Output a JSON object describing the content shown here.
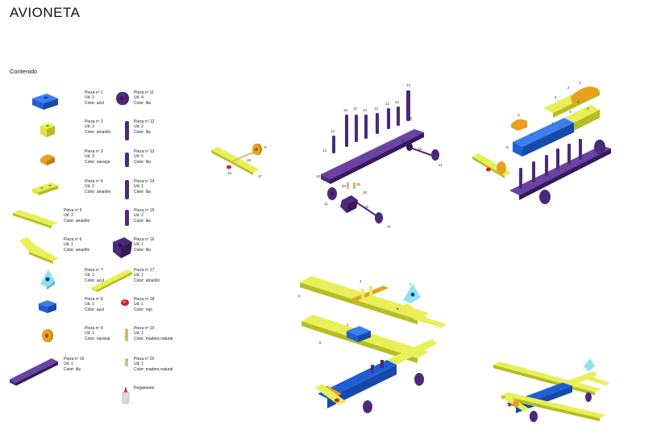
{
  "title": "AVIONETA",
  "subtitle": "Contenido",
  "colors": {
    "azul": "#1f5fd6",
    "amarillo": "#dbe43a",
    "naranja": "#e7a11e",
    "lila": "#4b2a7a",
    "rojo": "#d4202a",
    "madera": "#d7b779",
    "celeste": "#8fe3ef"
  },
  "pieces": [
    {
      "name": "Pieza nº 1",
      "qty": "Ud. 3",
      "color": "Color: azul"
    },
    {
      "name": "Pieza nº 2",
      "qty": "Ud. 3",
      "color": "Color: amarillo"
    },
    {
      "name": "Pieza nº 3",
      "qty": "Ud. 3",
      "color": "Color: naranja"
    },
    {
      "name": "Pieza nº 4",
      "qty": "Ud. 2",
      "color": "Color: amarillo"
    },
    {
      "name": "Pieza nº 5",
      "qty": "Ud. 2",
      "color": "Color: amarillo"
    },
    {
      "name": "Pieza nº 6",
      "qty": "Ud. 1",
      "color": "Color: amarillo"
    },
    {
      "name": "Pieza nº 7",
      "qty": "Ud. 1",
      "color": "Color: azul"
    },
    {
      "name": "Pieza nº 8",
      "qty": "Ud. 1",
      "color": "Color: azul"
    },
    {
      "name": "Pieza nº 9",
      "qty": "Ud. 1",
      "color": "Color: naranja"
    },
    {
      "name": "Pieza nº 10",
      "qty": "Ud. 1",
      "color": "Color: lila"
    },
    {
      "name": "Pieza nº 11",
      "qty": "Ud. 4",
      "color": "Color: lila"
    },
    {
      "name": "Pieza nº 12",
      "qty": "Ud. 2",
      "color": "Color: lila"
    },
    {
      "name": "Pieza nº 13",
      "qty": "Ud. 5",
      "color": "Color: lila"
    },
    {
      "name": "Pieza nº 14",
      "qty": "Ud. 1",
      "color": "Color: lila"
    },
    {
      "name": "Pieza nº 15",
      "qty": "Ud. 2",
      "color": "Color: lila"
    },
    {
      "name": "Pieza nº 16",
      "qty": "Ud. 1",
      "color": "Color: lila"
    },
    {
      "name": "Pieza nº 17",
      "qty": "Ud. 1",
      "color": "Color: amarillo"
    },
    {
      "name": "Pieza nº 18",
      "qty": "Ud. 1",
      "color": "Color: rojo"
    },
    {
      "name": "Pieza nº 19",
      "qty": "Ud. 1",
      "color": "Color: madera natural"
    },
    {
      "name": "Pieza nº 20",
      "qty": "Ud. 1",
      "color": "Color: madera natural"
    },
    {
      "name": "Pegamento",
      "qty": "",
      "color": ""
    }
  ],
  "step1_labels": [
    "9",
    "19",
    "18",
    "17"
  ],
  "step2_labels": [
    "14",
    "12",
    "12",
    "12",
    "13",
    "12",
    "13",
    "13",
    "13",
    "13",
    "15",
    "11",
    "11",
    "10",
    "20",
    "20",
    "16",
    "15",
    "11",
    "11"
  ],
  "step3_labels": [
    "3",
    "3",
    "4",
    "2",
    "2",
    "1",
    "3",
    "2",
    "1",
    "8"
  ],
  "step4_labels": [
    "5",
    "5",
    "4",
    "6",
    "7",
    "1"
  ]
}
